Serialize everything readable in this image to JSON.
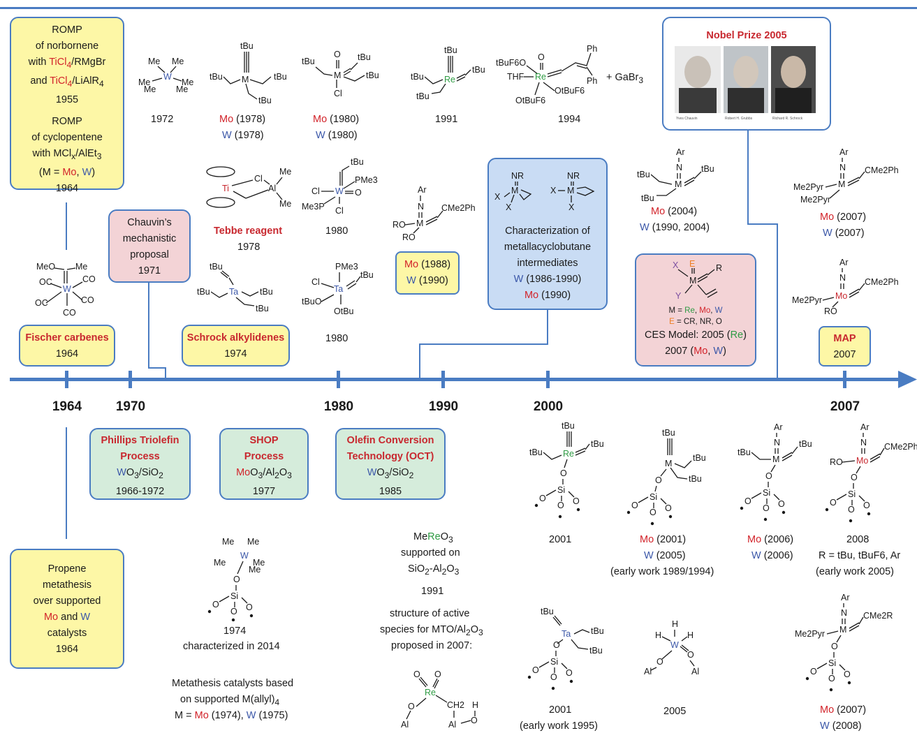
{
  "colors": {
    "timeline": "#4a7cc2",
    "yellow": "#fdf7a6",
    "green": "#d5ecdb",
    "pink": "#f3d3d6",
    "blue": "#c9dcf4",
    "red": "#d2232a",
    "molybdenum_blue": "#3b57a8",
    "rhenium_green": "#2e9b43"
  },
  "timeline": {
    "years": [
      "1964",
      "1970",
      "1980",
      "1990",
      "2000",
      "2007"
    ]
  },
  "boxes": {
    "romp1": {
      "l1": "ROMP",
      "l2": "of norbornene",
      "l3a": "with ",
      "l3b": "TiCl",
      "l3c": "4",
      "l3d": "/RMgBr",
      "l4a": "and ",
      "l4b": "TiCl",
      "l4c": "4",
      "l4d": "/LiAlR",
      "l4e": "4",
      "year": "1955"
    },
    "romp2": {
      "l1": "ROMP",
      "l2": "of cyclopentene",
      "l3a": "with MCl",
      "l3b": "x",
      "l3c": "/AlEt",
      "l3d": "3",
      "l4a": "(M = ",
      "l4b": "Mo",
      "l4c": ", ",
      "l4d": "W",
      "l4e": ")",
      "year": "1964"
    },
    "chauvin": {
      "l1": "Chauvin’s",
      "l2": "mechanistic",
      "l3": "proposal",
      "year": "1971"
    },
    "fischer": {
      "title": "Fischer carbenes",
      "year": "1964"
    },
    "schrock": {
      "title": "Schrock alkylidenes",
      "year": "1974"
    },
    "mo1988": {
      "l1a": "Mo",
      "l1b": " (1988)",
      "l2a": "W",
      "l2b": " (1990)"
    },
    "metallacyclobutane": {
      "l1": "Characterization of",
      "l2": "metallacyclobutane",
      "l3": "intermediates",
      "l4a": "W",
      "l4b": " (1986-1990)",
      "l5a": "Mo",
      "l5b": " (1990)"
    },
    "ces": {
      "l1a": "M = ",
      "l1b": "Re",
      "l1c": ", ",
      "l1d": "Mo",
      "l1e": ", ",
      "l1f": "W",
      "l2a": "E",
      "l2b": " = CR, NR, O",
      "l3a": "CES Model: 2005 (",
      "l3b": "Re",
      "l3c": ")",
      "l4a": "2007 (",
      "l4b": "Mo",
      "l4c": ", ",
      "l4d": "W",
      "l4e": ")"
    },
    "map": {
      "title": "MAP",
      "year": "2007"
    },
    "nobel": {
      "title": "Nobel Prize 2005",
      "cap1": "Yves Chauvin",
      "cap2": "Robert H. Grubbs",
      "cap3": "Richard R. Schrock"
    },
    "phillips": {
      "l1": "Phillips Triolefin",
      "l2": "Process",
      "l3a": "W",
      "l3b": "O",
      "l3c": "3",
      "l3d": "/SiO",
      "l3e": "2",
      "year": "1966-1972"
    },
    "shop": {
      "l1": "SHOP",
      "l2": "Process",
      "l3a": "Mo",
      "l3b": "O",
      "l3c": "3",
      "l3d": "/Al",
      "l3e": "2",
      "l3f": "O",
      "l3g": "3",
      "year": "1977"
    },
    "oct": {
      "l1": "Olefin Conversion",
      "l2": "Technology (OCT)",
      "l3a": "W",
      "l3b": "O",
      "l3c": "3",
      "l3d": "/SiO",
      "l3e": "2",
      "year": "1985"
    },
    "propene": {
      "l1": "Propene",
      "l2": "metathesis",
      "l3": "over supported",
      "l4a": "Mo",
      "l4b": " and ",
      "l4c": "W",
      "l5": "catalysts",
      "year": "1964"
    }
  },
  "labels": {
    "y1972": "1972",
    "mo1978a": "Mo",
    "mo1978b": " (1978)",
    "w1978a": "W",
    "w1978b": " (1978)",
    "mo1980a": "Mo",
    "mo1980b": " (1980)",
    "w1980a": "W",
    "w1980b": " (1980)",
    "y1991": "1991",
    "y1994": "1994",
    "gabr": "+ GaBr",
    "tebbe": "Tebbe reagent",
    "tebbe_year": "1978",
    "y1980a": "1980",
    "y1980b": "1980",
    "mo2004a": "Mo",
    "mo2004b": " (2004)",
    "w2004a": "W",
    "w2004b": " (1990, 2004)",
    "mo2007a": "Mo",
    "mo2007b": " (2007)",
    "w2007a": "W",
    "w2007b": " (2007)",
    "s1974": "1974",
    "s1974b": "characterized in 2014",
    "allyl1": "Metathesis catalysts based",
    "allyl2": "on supported M(allyl)",
    "allyl3a": "M = ",
    "allyl3b": "Mo",
    "allyl3c": " (1974), ",
    "allyl3d": "W",
    "allyl3e": " (1975)",
    "mto1a": "Me",
    "mto1b": "Re",
    "mto1c": "O",
    "mto1d": "3",
    "mto2": "supported on",
    "mto3a": "SiO",
    "mto3b": "2",
    "mto3c": "-Al",
    "mto3d": "2",
    "mto3e": "O",
    "mto3f": "3",
    "mto_year": "1991",
    "mto4": "structure of active",
    "mto5a": "species for MTO/Al",
    "mto5b": "2",
    "mto5c": "O",
    "mto5d": "3",
    "mto6": "proposed in 2007:",
    "s2001a": "2001",
    "s2001b_mo": "Mo",
    "s2001b_mo2": " (2001)",
    "s2001b_w": "W",
    "s2001b_w2": " (2005)",
    "s2001b_early": "(early work 1989/1994)",
    "s2006_mo": "Mo",
    "s2006_mo2": " (2006)",
    "s2006_w": "W",
    "s2006_w2": " (2006)",
    "s2008": "2008",
    "s2008b": "R = tBu, tBuF6, Ar",
    "s2008c": "(early work 2005)",
    "ta2001": "2001",
    "ta2001b": "(early work 1995)",
    "wh2005": "2005",
    "s2007_mo": "Mo",
    "s2007_mo2": " (2007)",
    "s2008_w": "W",
    "s2008_w2": " (2008)"
  }
}
